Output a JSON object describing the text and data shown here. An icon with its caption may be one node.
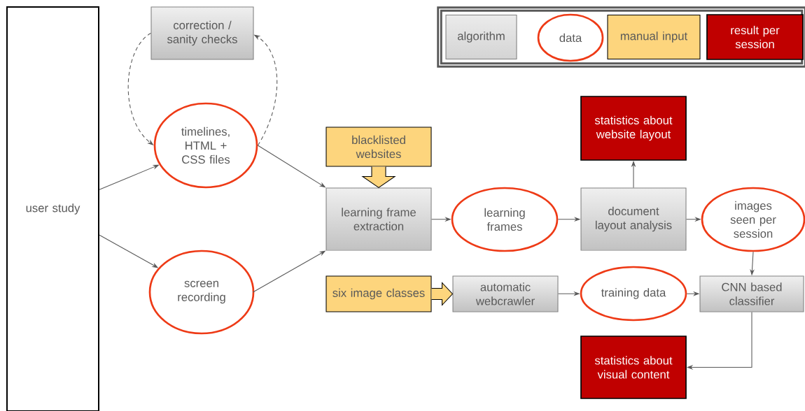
{
  "diagram": {
    "nodes": [
      {
        "text": [
          "user study"
        ]
      },
      {
        "text": [
          "correction / sanity checks"
        ]
      },
      {
        "text": [
          "timelines, HTML + CSS files"
        ]
      },
      {
        "text": [
          "screen recording"
        ]
      },
      {
        "text": [
          "blacklisted websites"
        ]
      },
      {
        "text": [
          "learning frame extraction"
        ]
      },
      {
        "text": [
          "learning frames"
        ]
      },
      {
        "text": [
          "document layout analysis"
        ]
      },
      {
        "text": [
          "statistics about website layout"
        ]
      },
      {
        "text": [
          "images seen per session"
        ]
      },
      {
        "text": [
          "six image classes"
        ]
      },
      {
        "text": [
          "automatic webcrawler"
        ]
      },
      {
        "text": [
          "training data"
        ]
      },
      {
        "text": [
          "CNN based classifier"
        ]
      },
      {
        "text": [
          "statistics about visual content"
        ]
      }
    ],
    "edges": [
      {
        "from": 0,
        "to": 2,
        "arrow": "to"
      },
      {
        "from": 0,
        "to": 3,
        "arrow": "to"
      },
      {
        "from": 2,
        "to": 1,
        "arrow": "to",
        "style": "dashed"
      },
      {
        "from": 1,
        "to": 2,
        "arrow": "to",
        "style": "dashed"
      },
      {
        "from": 2,
        "to": 5,
        "arrow": "to"
      },
      {
        "from": 3,
        "to": 5,
        "arrow": "to"
      },
      {
        "from": 4,
        "to": 5,
        "arrow": "to",
        "style": "thick",
        "color": "#fdd57d"
      },
      {
        "from": 5,
        "to": 6,
        "arrow": "to"
      },
      {
        "from": 6,
        "to": 7,
        "arrow": "to"
      },
      {
        "from": 7,
        "to": 8,
        "arrow": "to"
      },
      {
        "from": 7,
        "to": 9,
        "arrow": "to"
      },
      {
        "from": 9,
        "to": 13,
        "arrow": "to"
      },
      {
        "from": 10,
        "to": 11,
        "arrow": "to",
        "style": "thick",
        "color": "#fdd57d"
      },
      {
        "from": 11,
        "to": 12,
        "arrow": "to"
      },
      {
        "from": 12,
        "to": 13,
        "arrow": "to"
      },
      {
        "from": 13,
        "to": 14,
        "arrow": "to"
      }
    ],
    "legend": [
      {
        "text": "algorithm",
        "color": "#d4d4d4"
      },
      {
        "text": "data"
      },
      {
        "text": "manual input",
        "color": "#fdd57d"
      },
      {
        "text": "result per session",
        "color": "#c00000"
      }
    ]
  }
}
